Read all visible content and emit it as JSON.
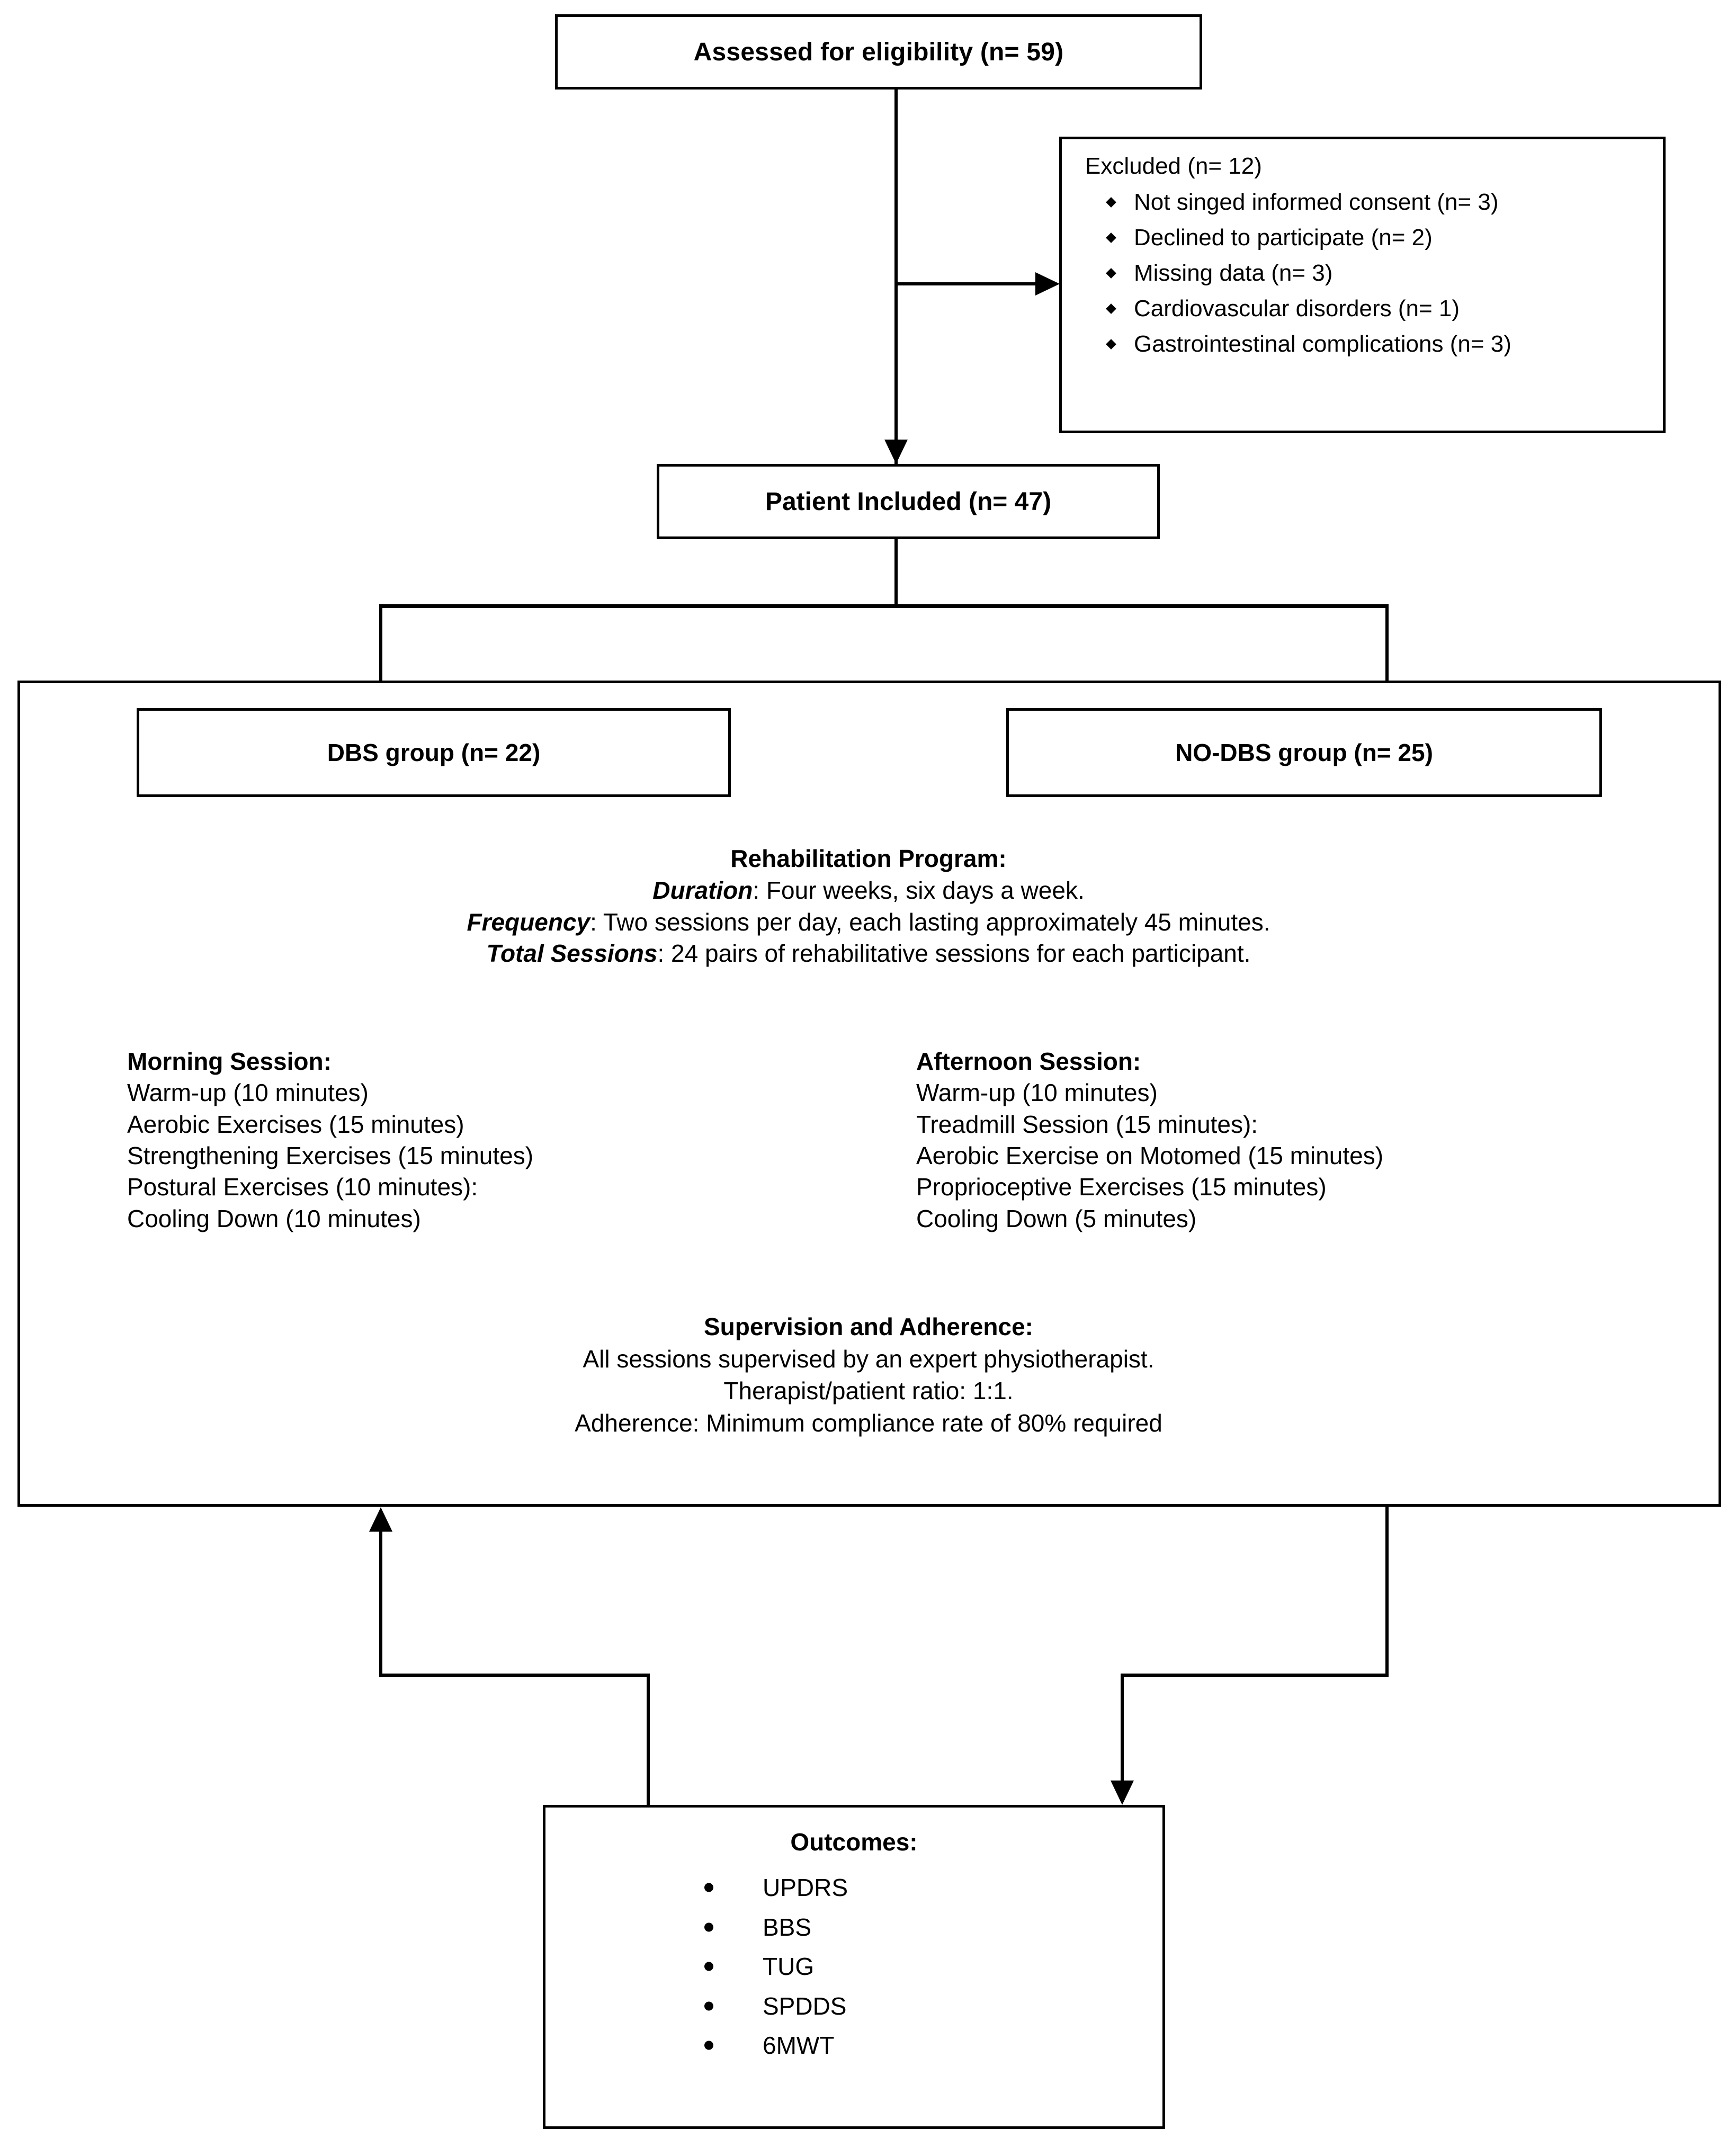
{
  "flowchart": {
    "assessed": {
      "label": "Assessed for eligibility (n= 59)"
    },
    "excluded": {
      "heading": "Excluded (n= 12)",
      "items": [
        "Not singed informed consent (n= 3)",
        "Declined to participate (n= 2)",
        "Missing data (n= 3)",
        "Cardiovascular disorders (n= 1)",
        "Gastrointestinal complications (n= 3)"
      ]
    },
    "patient_included": {
      "label": "Patient Included (n= 47)"
    },
    "groups": {
      "dbs": "DBS group (n= 22)",
      "no_dbs": "NO-DBS group (n= 25)"
    },
    "program": {
      "title": "Rehabilitation Program:",
      "duration_label": "Duration",
      "duration_text": ": Four weeks, six days a week.",
      "frequency_label": "Frequency",
      "frequency_text": ": Two sessions per day, each lasting approximately 45 minutes.",
      "total_label": "Total Sessions",
      "total_text": ": 24 pairs of rehabilitative sessions for each participant."
    },
    "morning": {
      "title": "Morning Session:",
      "items": [
        "Warm-up (10 minutes)",
        "Aerobic Exercises (15 minutes)",
        "Strengthening Exercises (15 minutes)",
        "Postural Exercises (10 minutes):",
        "Cooling Down (10 minutes)"
      ]
    },
    "afternoon": {
      "title": "Afternoon Session:",
      "items": [
        "Warm-up (10 minutes)",
        "Treadmill Session (15 minutes):",
        "Aerobic Exercise on Motomed (15 minutes)",
        "Proprioceptive Exercises (15 minutes)",
        "Cooling Down (5 minutes)"
      ]
    },
    "supervision": {
      "title": "Supervision and Adherence:",
      "lines": [
        "All sessions supervised by an expert physiotherapist.",
        "Therapist/patient ratio: 1:1.",
        "Adherence: Minimum compliance rate of 80% required"
      ]
    },
    "outcomes": {
      "title": "Outcomes:",
      "items": [
        "UPDRS",
        "BBS",
        "TUG",
        "SPDDS",
        "6MWT"
      ]
    },
    "colors": {
      "stroke": "#000000",
      "background": "#ffffff"
    }
  }
}
